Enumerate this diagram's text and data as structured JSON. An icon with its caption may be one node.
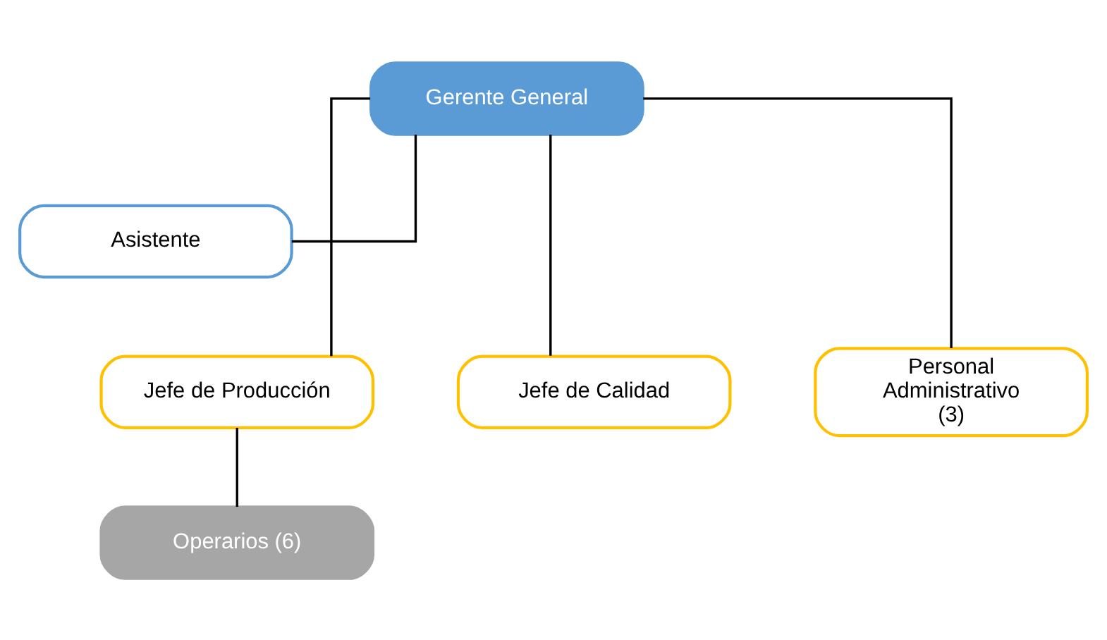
{
  "diagram": {
    "nodes": [
      {
        "text": [
          "Gerente General"
        ]
      },
      {
        "text": [
          "Asistente"
        ]
      },
      {
        "text": [
          "Jefe de Producción"
        ]
      },
      {
        "text": [
          "Jefe de Calidad"
        ]
      },
      {
        "text": [
          "Personal Administrativo (3)"
        ]
      },
      {
        "text": [
          "Operarios (6)"
        ]
      }
    ],
    "edges": [
      {
        "from": 0,
        "to": 1,
        "arrow": "none"
      },
      {
        "from": 0,
        "to": 2,
        "arrow": "none"
      },
      {
        "from": 0,
        "to": 3,
        "arrow": "none"
      },
      {
        "from": 0,
        "to": 4,
        "arrow": "none"
      },
      {
        "from": 2,
        "to": 5,
        "arrow": "none"
      }
    ]
  }
}
